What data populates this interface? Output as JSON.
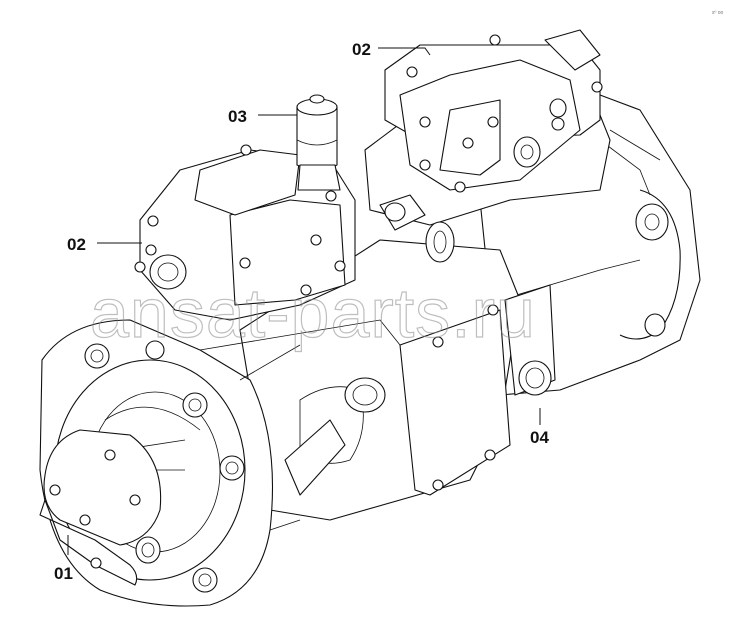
{
  "diagram": {
    "callouts": {
      "part_02_top": "02",
      "part_03": "03",
      "part_02_left": "02",
      "part_04": "04",
      "part_01": "01"
    },
    "watermark_text": "ansat-parts.ru",
    "corner_mark": "sº oo"
  },
  "colors": {
    "line": "#111111",
    "background": "#ffffff",
    "watermark": "#8a8a8a"
  }
}
